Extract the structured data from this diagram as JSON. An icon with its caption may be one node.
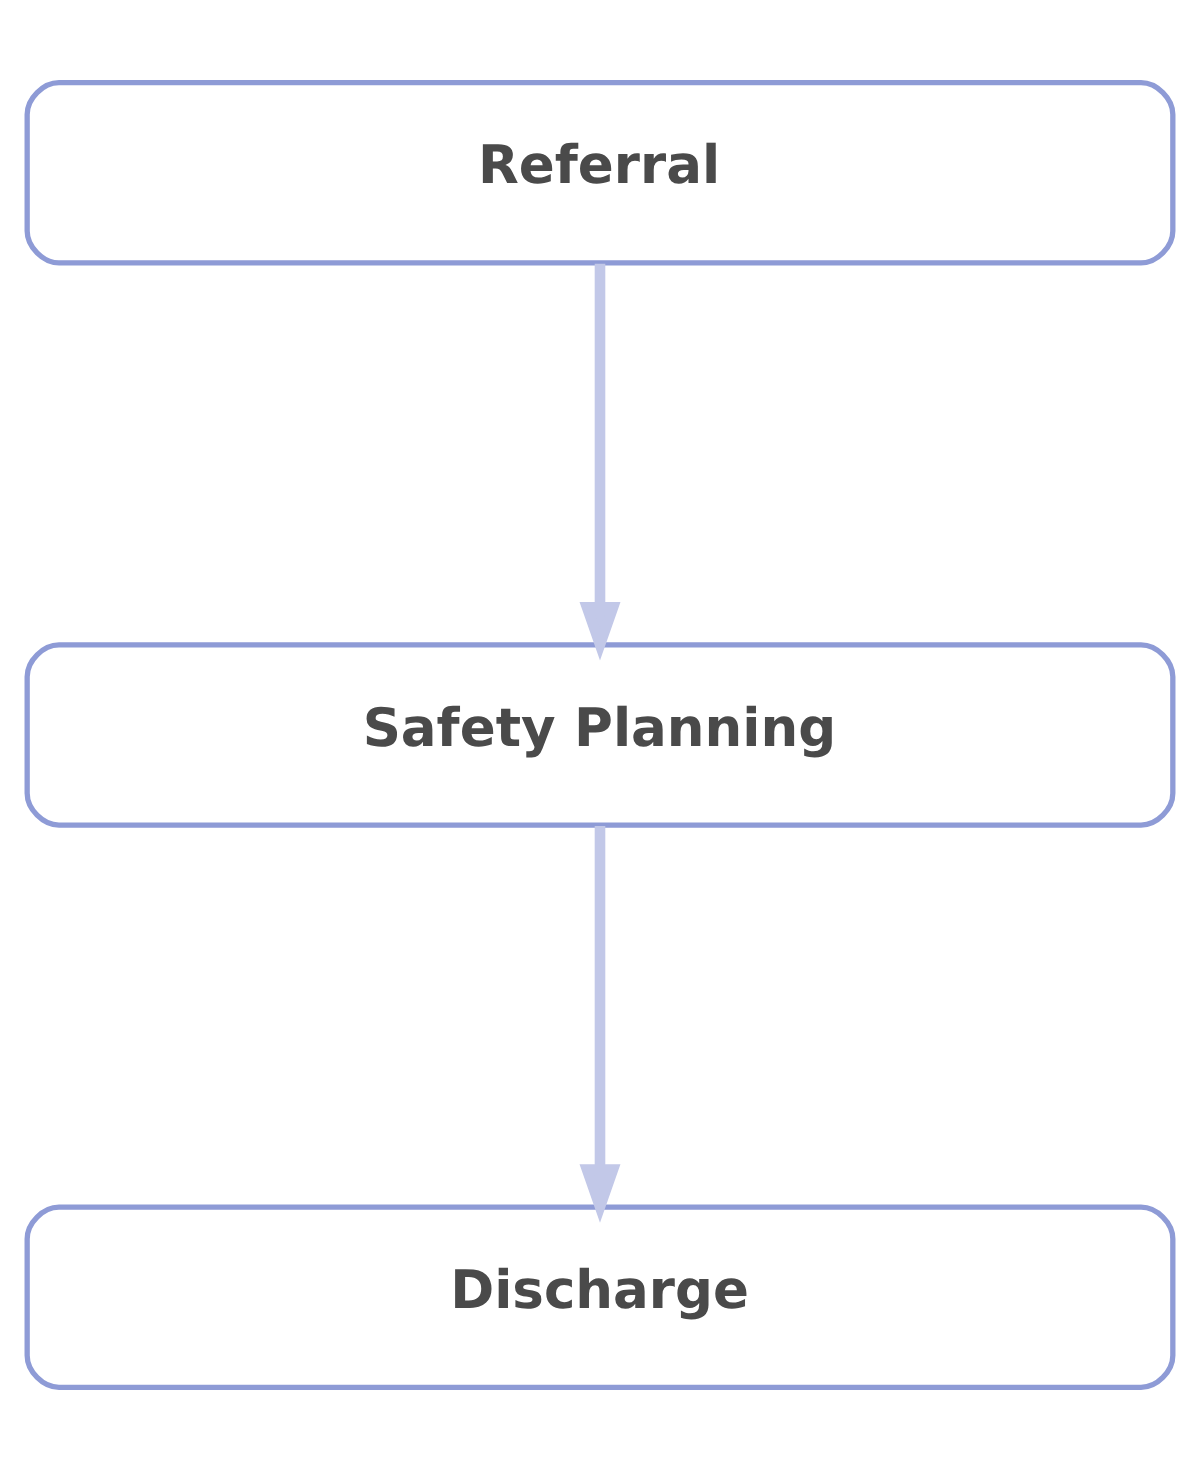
{
  "diagram": {
    "nodes": [
      {
        "text": [
          "Referral"
        ]
      },
      {
        "text": [
          "Safety Planning"
        ]
      },
      {
        "text": [
          "Discharge"
        ]
      }
    ],
    "edges": [
      {
        "from": 0,
        "to": 1,
        "arrow": "to"
      },
      {
        "from": 1,
        "to": 2,
        "arrow": "to"
      }
    ]
  }
}
